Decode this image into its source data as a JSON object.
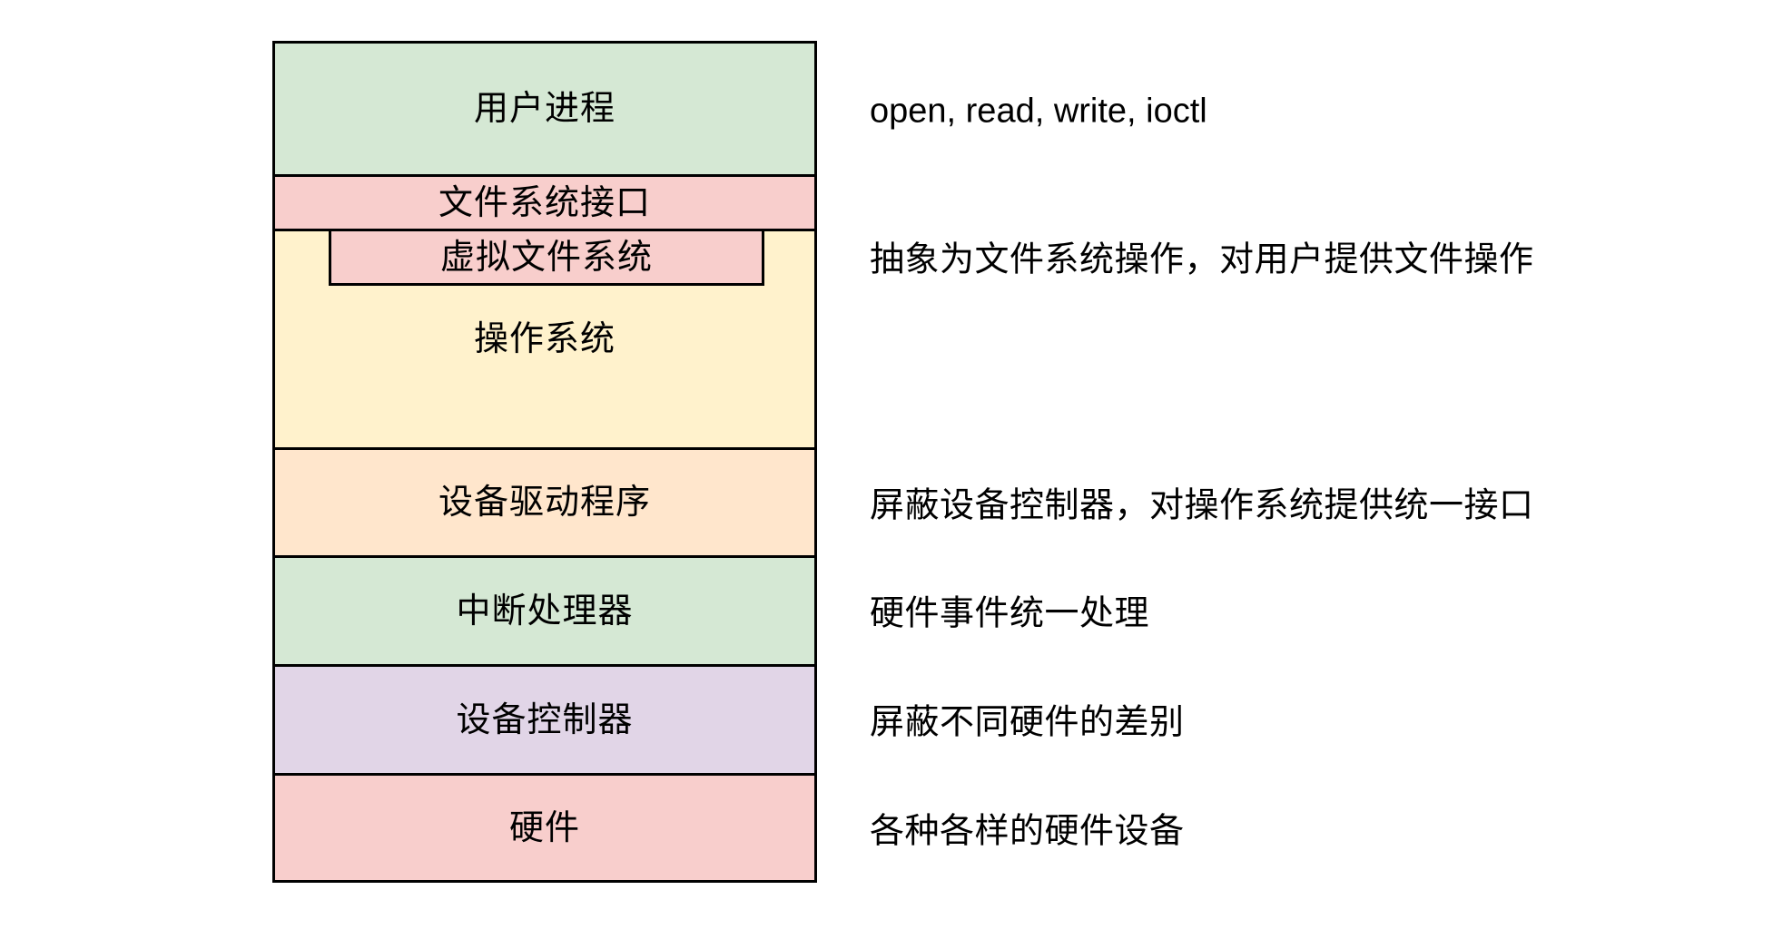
{
  "diagram": {
    "background": "#ffffff",
    "stroke_color": "#000000",
    "text_color": "#000000",
    "layers": [
      {
        "id": "user-process",
        "label": "用户进程",
        "fill": "#d5e8d4",
        "annotation": "open, read, write, ioctl"
      },
      {
        "id": "file-system-interface",
        "label": "文件系统接口",
        "fill": "#f8cecc"
      },
      {
        "id": "operating-system",
        "label": "操作系统",
        "fill": "#fff2cc",
        "child": {
          "id": "virtual-file-system",
          "label": "虚拟文件系统",
          "fill": "#f8cecc",
          "annotation": "抽象为文件系统操作，对用户提供文件操作"
        }
      },
      {
        "id": "device-driver",
        "label": "设备驱动程序",
        "fill": "#ffe6cc",
        "annotation": "屏蔽设备控制器，对操作系统提供统一接口"
      },
      {
        "id": "interrupt-handler",
        "label": "中断处理器",
        "fill": "#d5e8d4",
        "annotation": "硬件事件统一处理"
      },
      {
        "id": "device-controller",
        "label": "设备控制器",
        "fill": "#e1d5e7",
        "annotation": "屏蔽不同硬件的差别"
      },
      {
        "id": "hardware",
        "label": "硬件",
        "fill": "#f8cecc",
        "annotation": "各种各样的硬件设备"
      }
    ]
  }
}
